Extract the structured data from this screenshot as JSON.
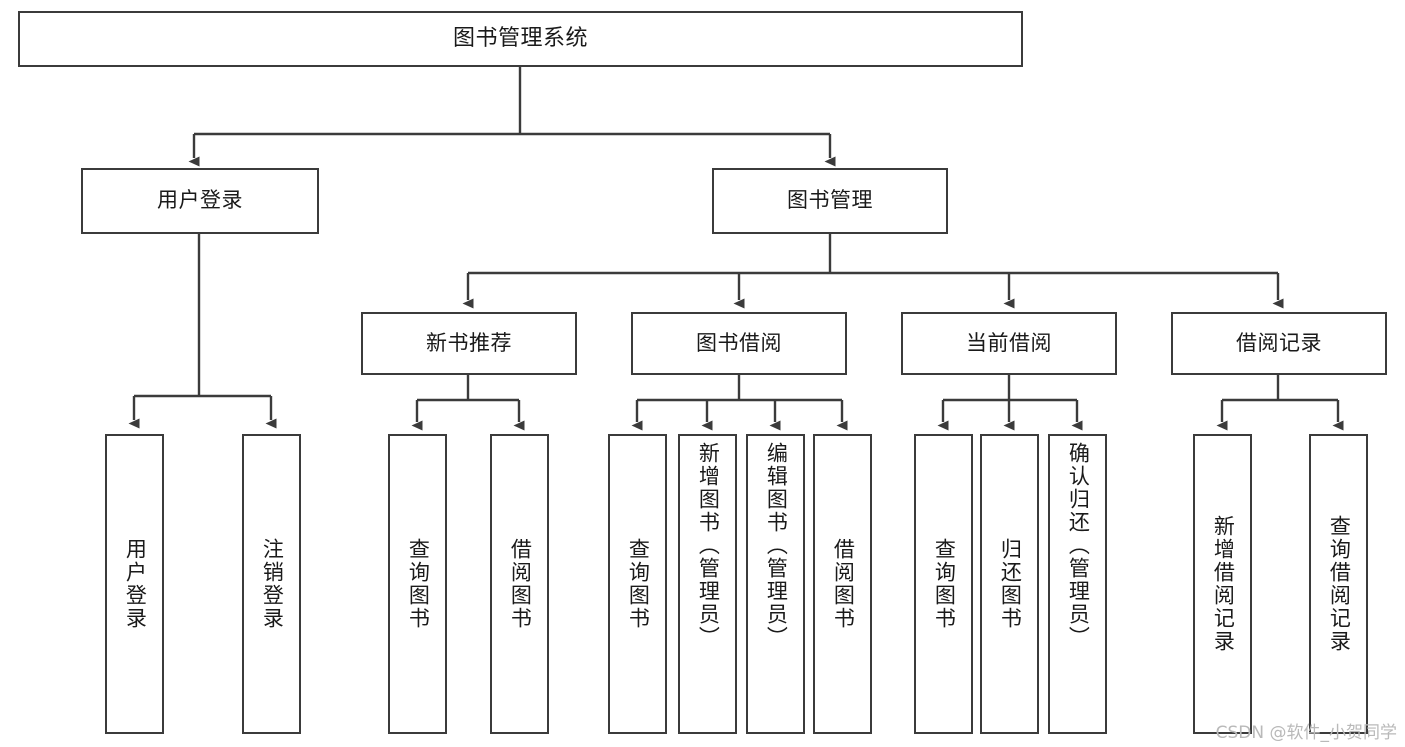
{
  "diagram": {
    "title": "图书管理系统",
    "type": "tree",
    "watermark": "CSDN @软件_小贺同学",
    "colors": {
      "node_border": "#3b3b3b",
      "node_fill": "#ffffff",
      "connector": "#3b3b3b",
      "text": "#1a1a1a",
      "watermark": "#b9b9b9"
    },
    "levels": {
      "root": "图书管理系统",
      "level2": [
        "用户登录",
        "图书管理"
      ],
      "level3": [
        "新书推荐",
        "图书借阅",
        "当前借阅",
        "借阅记录"
      ]
    },
    "nodes": {
      "root": {
        "label": "图书管理系统",
        "orientation": "horizontal"
      },
      "user_login": {
        "label": "用户登录",
        "orientation": "horizontal"
      },
      "book_manage": {
        "label": "图书管理",
        "orientation": "horizontal"
      },
      "new_book_rec": {
        "label": "新书推荐",
        "orientation": "horizontal"
      },
      "book_borrow": {
        "label": "图书借阅",
        "orientation": "horizontal"
      },
      "current_borrow": {
        "label": "当前借阅",
        "orientation": "horizontal"
      },
      "borrow_record": {
        "label": "借阅记录",
        "orientation": "horizontal"
      },
      "leaf_user_login": {
        "label": "用户登录",
        "orientation": "vertical"
      },
      "leaf_user_logout": {
        "label": "注销登录",
        "orientation": "vertical"
      },
      "leaf_rec_query": {
        "label": "查询图书",
        "orientation": "vertical"
      },
      "leaf_rec_borrow": {
        "label": "借阅图书",
        "orientation": "vertical"
      },
      "leaf_borrow_query": {
        "label": "查询图书",
        "orientation": "vertical"
      },
      "leaf_add_book": {
        "label": "新增图书（管理员）",
        "orientation": "vertical"
      },
      "leaf_edit_book": {
        "label": "编辑图书（管理员）",
        "orientation": "vertical"
      },
      "leaf_borrow_book": {
        "label": "借阅图书",
        "orientation": "vertical"
      },
      "leaf_cur_query": {
        "label": "查询图书",
        "orientation": "vertical"
      },
      "leaf_return_book": {
        "label": "归还图书",
        "orientation": "vertical"
      },
      "leaf_confirm_return": {
        "label": "确认归还（管理员）",
        "orientation": "vertical"
      },
      "leaf_add_record": {
        "label": "新增借阅记录",
        "orientation": "vertical"
      },
      "leaf_query_record": {
        "label": "查询借阅记录",
        "orientation": "vertical"
      }
    },
    "edges": [
      {
        "from": "图书管理系统",
        "to": "用户登录"
      },
      {
        "from": "图书管理系统",
        "to": "图书管理"
      },
      {
        "from": "用户登录",
        "to": "用户登录"
      },
      {
        "from": "用户登录",
        "to": "注销登录"
      },
      {
        "from": "图书管理",
        "to": "新书推荐"
      },
      {
        "from": "图书管理",
        "to": "图书借阅"
      },
      {
        "from": "图书管理",
        "to": "当前借阅"
      },
      {
        "from": "图书管理",
        "to": "借阅记录"
      },
      {
        "from": "新书推荐",
        "to": "查询图书"
      },
      {
        "from": "新书推荐",
        "to": "借阅图书"
      },
      {
        "from": "图书借阅",
        "to": "查询图书"
      },
      {
        "from": "图书借阅",
        "to": "新增图书（管理员）"
      },
      {
        "from": "图书借阅",
        "to": "编辑图书（管理员）"
      },
      {
        "from": "图书借阅",
        "to": "借阅图书"
      },
      {
        "from": "当前借阅",
        "to": "查询图书"
      },
      {
        "from": "当前借阅",
        "to": "归还图书"
      },
      {
        "from": "当前借阅",
        "to": "确认归还（管理员）"
      },
      {
        "from": "借阅记录",
        "to": "新增借阅记录"
      },
      {
        "from": "借阅记录",
        "to": "查询借阅记录"
      }
    ]
  }
}
